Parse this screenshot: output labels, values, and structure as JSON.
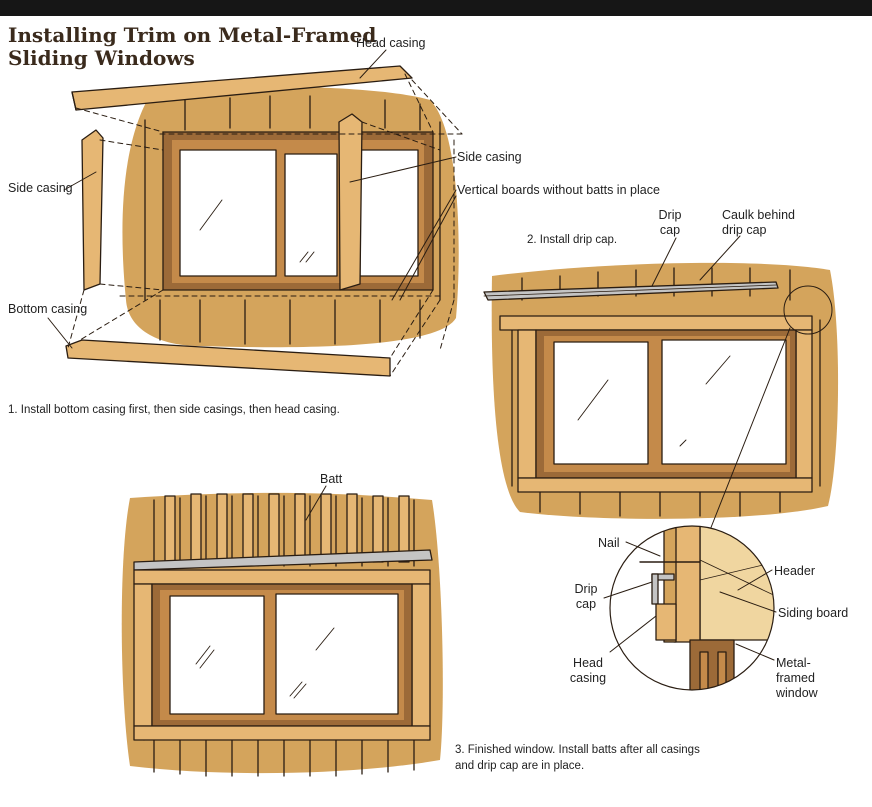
{
  "title": {
    "line1": "Installing Trim on Metal-Framed",
    "line2": "Sliding Windows"
  },
  "labels": {
    "head_casing": "Head casing",
    "side_casing_left": "Side casing",
    "side_casing_right": "Side casing",
    "vertical_boards": "Vertical boards without batts in place",
    "bottom_casing": "Bottom casing",
    "drip_cap_top_line1": "Drip",
    "drip_cap_top_line2": "cap",
    "caulk_line1": "Caulk behind",
    "caulk_line2": "drip cap",
    "batt": "Batt",
    "nail": "Nail",
    "drip_cap_detail_line1": "Drip",
    "drip_cap_detail_line2": "cap",
    "head_casing_detail_line1": "Head",
    "head_casing_detail_line2": "casing",
    "header": "Header",
    "siding_board": "Siding board",
    "metal_window_line1": "Metal-",
    "metal_window_line2": "framed",
    "metal_window_line3": "window"
  },
  "steps": {
    "step1": "1. Install bottom casing first, then side casings, then head casing.",
    "step2": "2. Install drip cap.",
    "step3_line1": "3. Finished window. Install batts after all casings",
    "step3_line2": "and drip cap are in place."
  },
  "colors": {
    "wood": "#e6b774",
    "wood_dark": "#b98448",
    "blob": "#d4a45c",
    "frame": "#9c6a38",
    "glass": "#ffffff",
    "metal": "#c4c4c4",
    "outline": "#2a1d12",
    "topbar": "#161616"
  }
}
